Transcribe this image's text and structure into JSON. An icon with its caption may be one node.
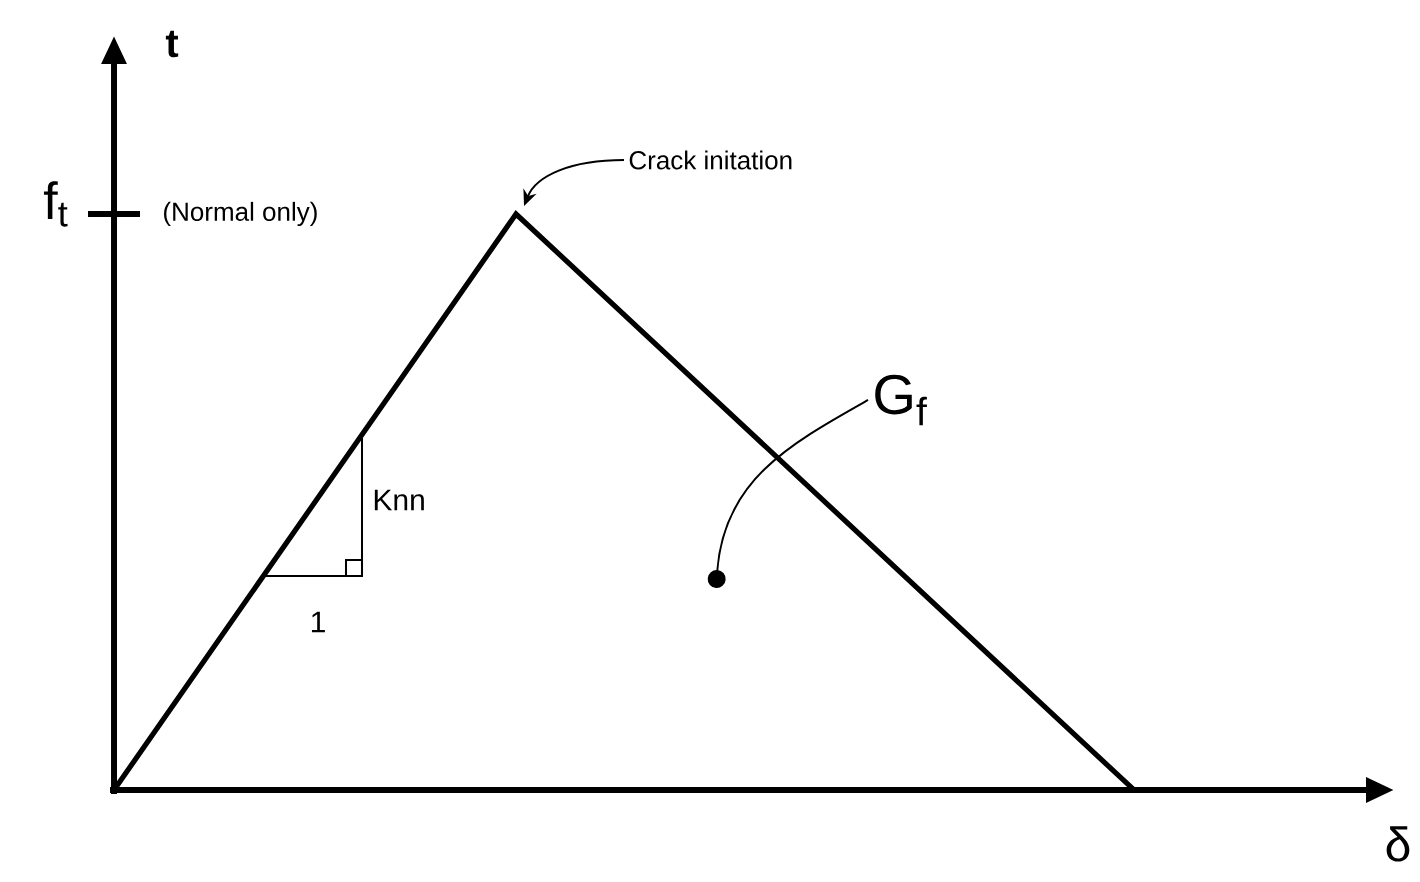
{
  "diagram": {
    "nodes": [
      {
        "text": [
          "Crack initation"
        ]
      },
      {
        "text": [
          "G$_{f}$"
        ]
      }
    ],
    "edges": [
      {
        "from": 0,
        "to": null,
        "arrow": "to"
      },
      {
        "from": 1,
        "to": null,
        "arrow": "other"
      }
    ],
    "labels": [
      "t",
      "f$_{t}$",
      "(Normal only)",
      "Knn",
      "1",
      "δ"
    ]
  }
}
